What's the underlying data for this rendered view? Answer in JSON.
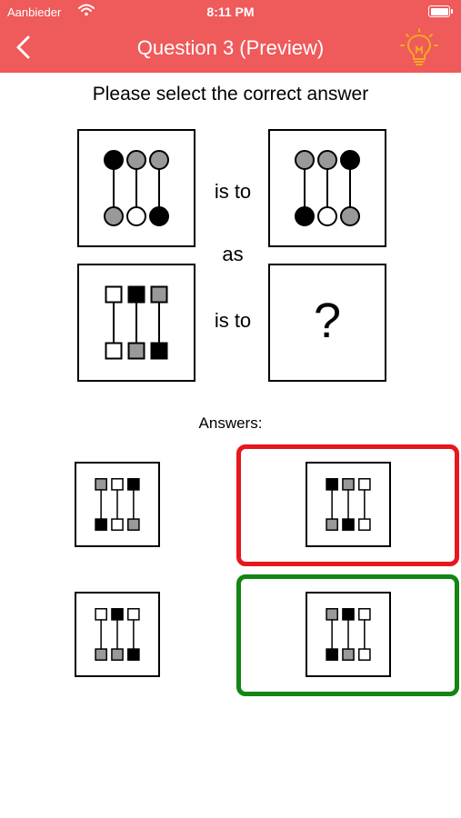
{
  "status_bar": {
    "carrier": "Aanbieder",
    "time": "8:11 PM"
  },
  "header": {
    "title": "Question 3 (Preview)"
  },
  "question": {
    "prompt": "Please select the correct answer",
    "is_to_1": "is to",
    "as": "as",
    "is_to_2": "is to",
    "unknown": "?"
  },
  "answers_label": "Answers:",
  "colors": {
    "header": "#ef5a5a",
    "wrong": "#e8161d",
    "correct": "#128512",
    "black": "#000000",
    "gray": "#999999",
    "white": "#ffffff",
    "bulb": "#f6a623"
  },
  "tiles": {
    "premise_a": {
      "shape": "circle",
      "top": [
        "black",
        "gray",
        "gray"
      ],
      "bottom": [
        "gray",
        "white",
        "black"
      ]
    },
    "premise_b": {
      "shape": "circle",
      "top": [
        "gray",
        "gray",
        "black"
      ],
      "bottom": [
        "black",
        "white",
        "gray"
      ]
    },
    "query_c": {
      "shape": "square",
      "top": [
        "white",
        "black",
        "gray"
      ],
      "bottom": [
        "white",
        "gray",
        "black"
      ]
    }
  },
  "options": [
    {
      "shape": "square",
      "top": [
        "gray",
        "white",
        "black"
      ],
      "bottom": [
        "black",
        "white",
        "gray"
      ],
      "state": "none"
    },
    {
      "shape": "square",
      "top": [
        "black",
        "gray",
        "white"
      ],
      "bottom": [
        "gray",
        "black",
        "white"
      ],
      "state": "wrong"
    },
    {
      "shape": "square",
      "top": [
        "white",
        "black",
        "white"
      ],
      "bottom": [
        "gray",
        "gray",
        "black"
      ],
      "state": "none"
    },
    {
      "shape": "square",
      "top": [
        "gray",
        "black",
        "white"
      ],
      "bottom": [
        "black",
        "gray",
        "white"
      ],
      "state": "correct"
    }
  ]
}
